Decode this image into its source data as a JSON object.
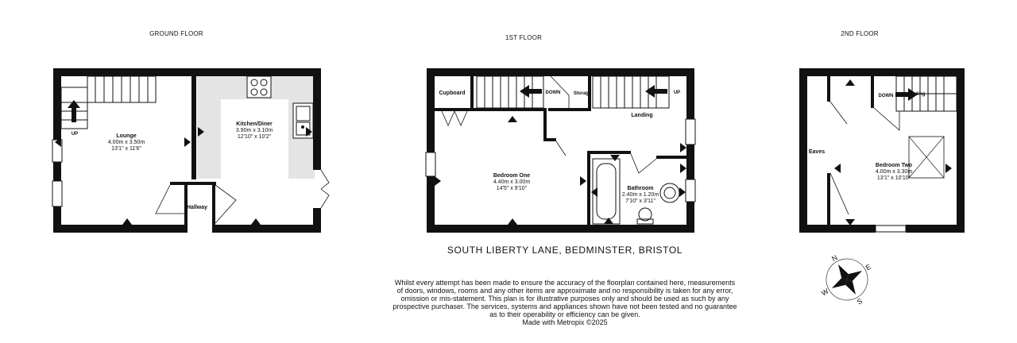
{
  "floors": {
    "ground": {
      "title": "GROUND FLOOR",
      "lounge": {
        "name": "Lounge",
        "metric": "4.00m  x 3.50m",
        "imperial": "13'1\"  x 11'6\""
      },
      "kitchen": {
        "name": "Kitchen/Diner",
        "metric": "3.90m  x 3.10m",
        "imperial": "12'10\"  x 10'2\""
      },
      "hallway": {
        "name": "Hallway"
      },
      "stairs_label": "UP"
    },
    "first": {
      "title": "1ST FLOOR",
      "cupboard": {
        "name": "Cupboard"
      },
      "storage": {
        "name": "Storage"
      },
      "landing": {
        "name": "Landing"
      },
      "bedroom_one": {
        "name": "Bedroom One",
        "metric": "4.40m  x 3.00m",
        "imperial": "14'5\"  x 9'10\""
      },
      "bathroom": {
        "name": "Bathroom",
        "metric": "2.40m  x 1.20m",
        "imperial": "7'10\"  x 3'11\""
      },
      "down_label": "DOWN",
      "up_label": "UP"
    },
    "second": {
      "title": "2ND FLOOR",
      "eaves": {
        "name": "Eaves"
      },
      "landing_partial": "ding",
      "bedroom_two": {
        "name": "Bedroom Two",
        "metric": "4.00m  x 3.30m",
        "imperial": "13'1\"  x 10'10\""
      },
      "down_label": "DOWN"
    }
  },
  "address": "SOUTH LIBERTY LANE, BEDMINSTER, BRISTOL",
  "disclaimer": [
    "Whilst every attempt has been made to ensure the accuracy of the floorplan contained here, measurements",
    "of doors, windows, rooms and any other items are approximate and no responsibility is taken for any error,",
    "omission or mis-statement. This plan is for illustrative purposes only and should be used as such by any",
    "prospective purchaser. The services, systems and appliances shown have not been tested and no guarantee",
    "as to their operability or efficiency can be given.",
    "Made with Metropix ©2025"
  ],
  "compass": {
    "n": "N",
    "e": "E",
    "s": "S",
    "w": "W"
  },
  "colors": {
    "wall": "#111111",
    "kitchen_floor": "#e4e4e4",
    "background": "#ffffff"
  }
}
